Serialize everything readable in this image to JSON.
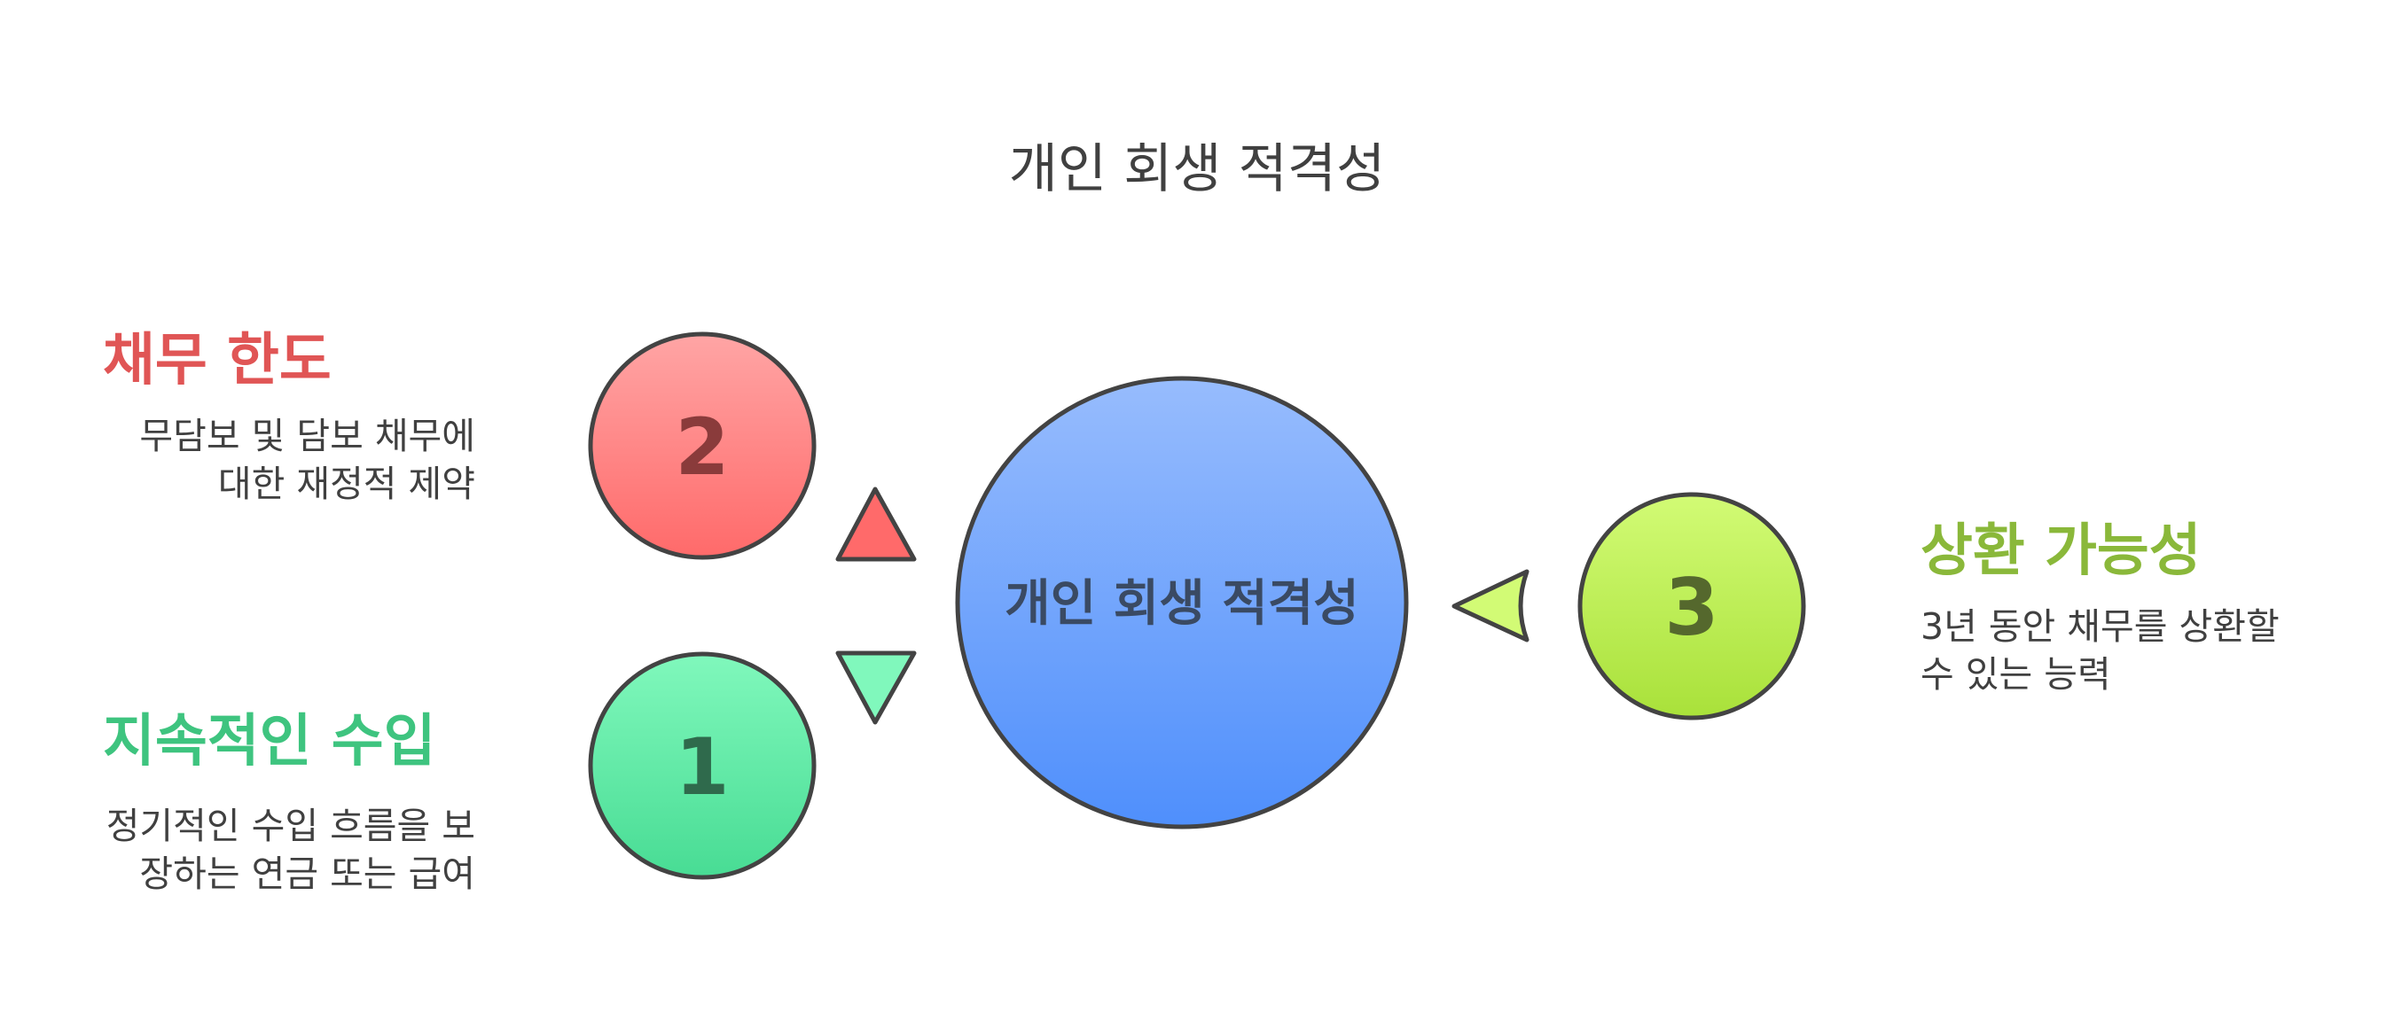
{
  "title": "개인 회생 적격성",
  "center": {
    "label": "개인 회생 적격성",
    "color_top": "#97bcfd",
    "color_bottom": "#4f8ffc"
  },
  "items": [
    {
      "number": "2",
      "heading": "채무 한도",
      "description": "무담보 및 담보 채무에 대한 재정적 제약",
      "color": "#e05555",
      "fill_top": "#ffa5a5",
      "fill_bottom": "#ff6a6a",
      "number_color": "#8a3b3b"
    },
    {
      "number": "1",
      "heading": "지속적인 수입",
      "description": "정기적인 수입 흐름을 보장하는 연금 또는 급여",
      "color": "#3ec47f",
      "fill_top": "#80f8bc",
      "fill_bottom": "#48dc94",
      "number_color": "#2f6a4c"
    },
    {
      "number": "3",
      "heading": "상환 가능성",
      "description": "3년 동안 채무를 상환할 수 있는 능력",
      "color": "#8ab83a",
      "fill_top": "#d2fb75",
      "fill_bottom": "#a9e13a",
      "number_color": "#55682d"
    }
  ]
}
